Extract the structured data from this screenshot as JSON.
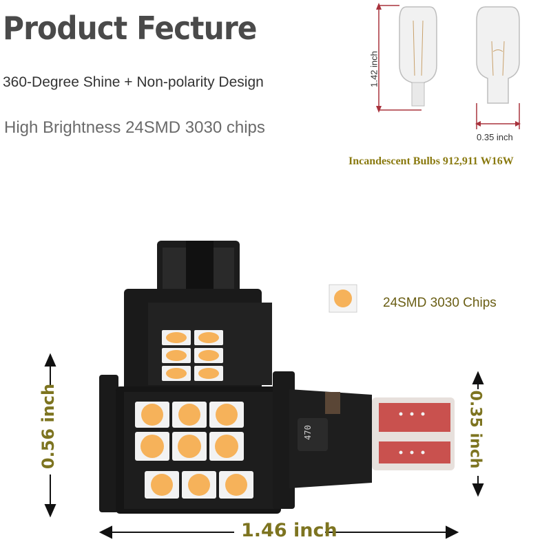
{
  "heading": {
    "title": "Product Fecture",
    "feature_1": "360-Degree Shine + Non-polarity Design",
    "feature_2": "High Brightness 24SMD 3030 chips"
  },
  "incandescent": {
    "height_label": "1.42 inch",
    "width_label": "0.35 inch",
    "caption": "Incandescent Bulbs 912,911 W16W"
  },
  "led": {
    "chip_label": "24SMD 3030 Chips",
    "chip_marking": "470",
    "dimensions": {
      "width": "1.46 inch",
      "height": "0.56 inch",
      "base_height": "0.35 inch"
    }
  },
  "colors": {
    "dimension_text": "#7d7420",
    "caption_text": "#8a7a10",
    "chip_amber": "#f6b25a",
    "pcb": "#1c1c1c",
    "dimension_marker": "#a8323c"
  }
}
